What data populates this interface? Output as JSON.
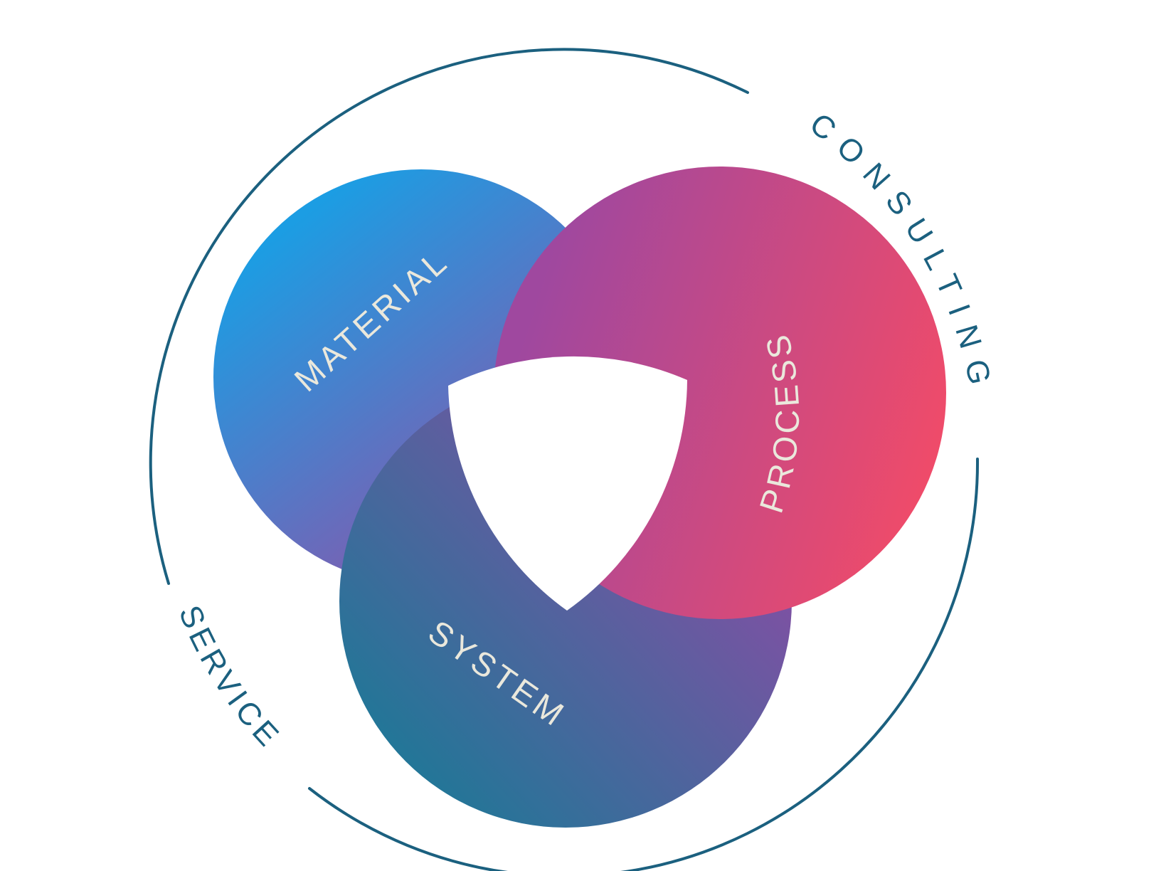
{
  "diagram": {
    "title": "service-portfolio-trefoil-diagram",
    "background": "#FFFFFF",
    "ring_label_color": "#EAE8DC",
    "outer": {
      "color": "#1B607F",
      "labels": [
        {
          "text": "CONSULTING"
        },
        {
          "text": "SERVICE"
        }
      ]
    },
    "rings": [
      {
        "label": "MATERIAL",
        "gradient": {
          "from": "#1C9DE3",
          "to": "#9C4AA1"
        }
      },
      {
        "label": "PROCESS",
        "gradient": {
          "from": "#9F489F",
          "to": "#F04B69"
        }
      },
      {
        "label": "SYSTEM",
        "gradient": {
          "from": "#1E7897",
          "to": "#8C4BA5"
        }
      }
    ],
    "center": {
      "fill": "#FFFFFF"
    }
  }
}
